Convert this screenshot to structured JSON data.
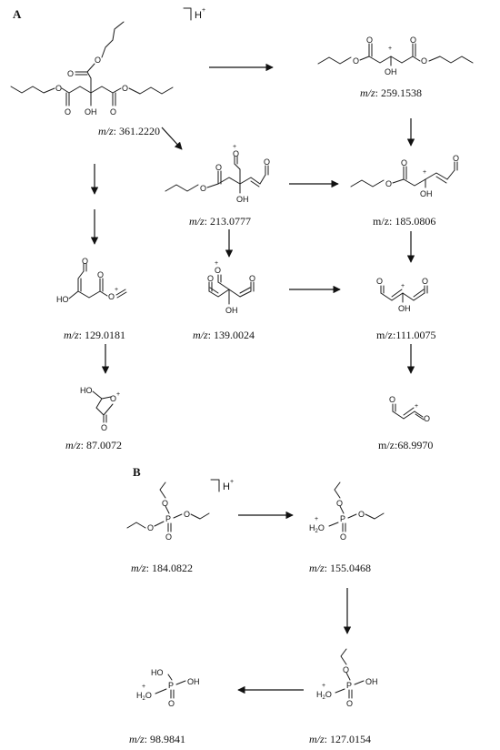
{
  "panels": {
    "a": "A",
    "b": "B"
  },
  "adduct": {
    "symbol": "H",
    "charge": "+"
  },
  "atoms": {
    "oh": "OH",
    "ho": "HO",
    "o": "O",
    "p": "P",
    "h2o_h": "H",
    "h2o_sub": "2",
    "h2o_o": "O",
    "plus": "+"
  },
  "labels": {
    "a_parent": {
      "prefix": "m/z",
      "value": ": 361.2220"
    },
    "a_259": {
      "prefix": "m/z",
      "value": ": 259.1538"
    },
    "a_213": {
      "prefix": "m/z",
      "value": ": 213.0777"
    },
    "a_185": {
      "prefix": "m/z",
      "value": ": 185.0806"
    },
    "a_129": {
      "prefix": "m/z",
      "value": ": 129.0181"
    },
    "a_139": {
      "prefix": "m/z",
      "value": ": 139.0024"
    },
    "a_111": {
      "prefix": "m/z",
      "value": ":111.0075"
    },
    "a_87": {
      "prefix": "m/z",
      "value": ": 87.0072"
    },
    "a_69": {
      "prefix": "m/z",
      "value": ":68.9970"
    },
    "b_184": {
      "prefix": "m/z",
      "value": ": 184.0822"
    },
    "b_155": {
      "prefix": "m/z",
      "value": ": 155.0468"
    },
    "b_127": {
      "prefix": "m/z",
      "value": ": 127.0154"
    },
    "b_99": {
      "prefix": "m/z",
      "value": ": 98.9841"
    }
  }
}
